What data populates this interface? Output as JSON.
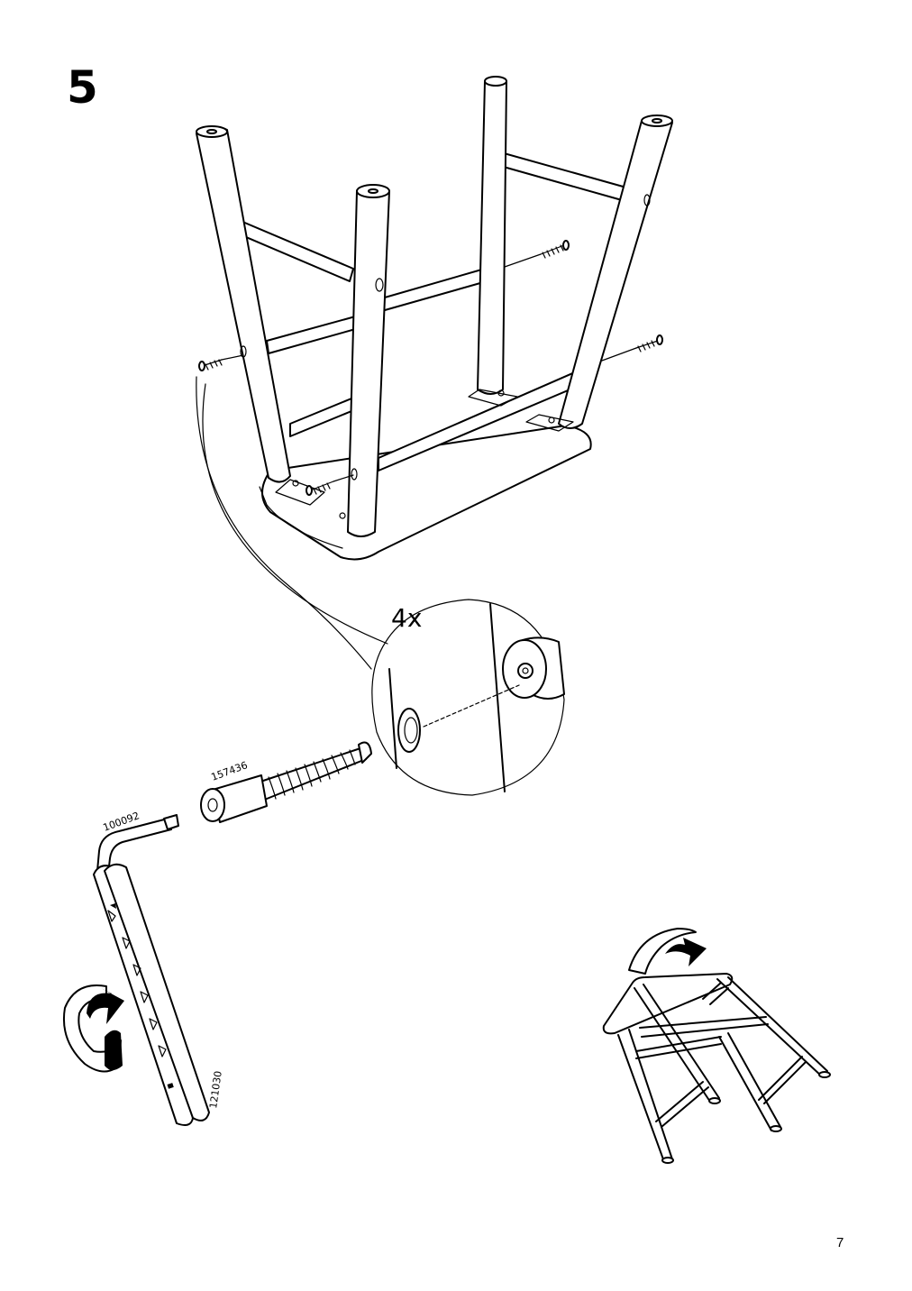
{
  "step": {
    "number": "5"
  },
  "callout": {
    "quantity": "4x"
  },
  "parts": {
    "screw_id": "157436",
    "hex_key_id": "100092",
    "tool_id": "121030"
  },
  "page": {
    "number": "7"
  }
}
